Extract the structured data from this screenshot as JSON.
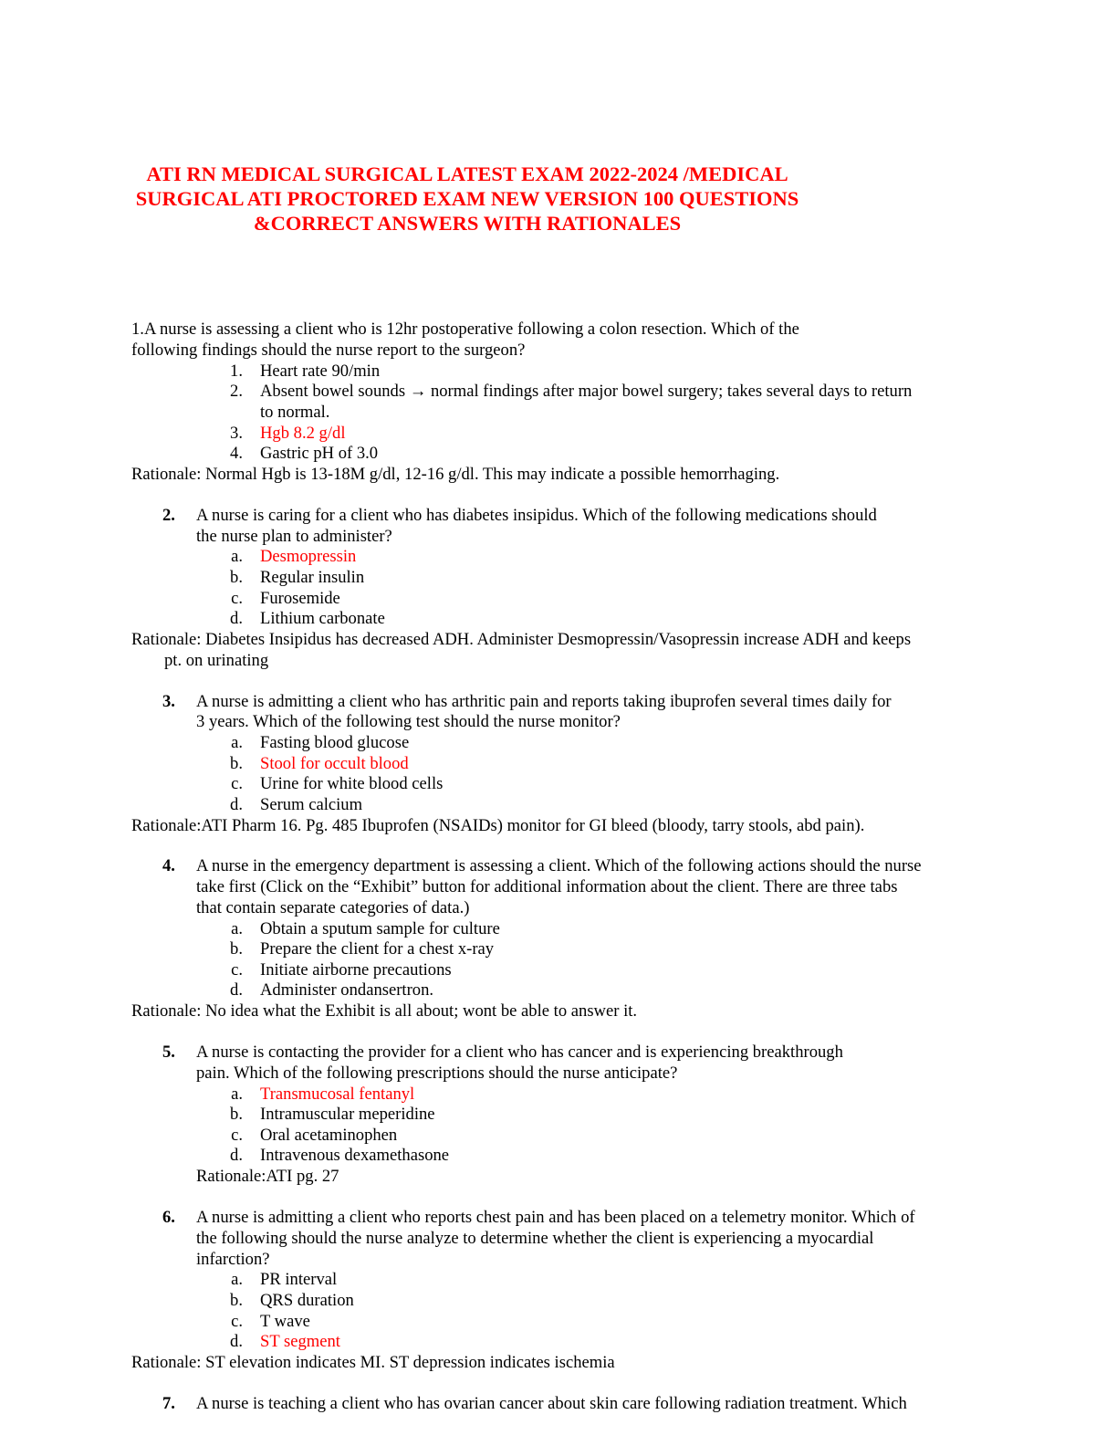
{
  "doc": {
    "title_lines": [
      "ATI RN MEDICAL SURGICAL LATEST EXAM 2022-2024 /MEDICAL",
      "SURGICAL ATI PROCTORED EXAM NEW VERSION 100 QUESTIONS",
      "&CORRECT ANSWERS WITH  RATIONALES"
    ],
    "q1": {
      "lines": [
        "1.A nurse is assessing a client who is 12hr postoperative following a colon resection. Which of the",
        "following findings should the nurse report to the surgeon?"
      ],
      "options": [
        {
          "label": "1.",
          "text": "Heart rate 90/min"
        },
        {
          "label": "2.",
          "text": "Absent bowel sounds → normal findings after major bowel surgery; takes several days to return",
          "cont": "to normal."
        },
        {
          "label": "3.",
          "text": "Hgb 8.2 g/dl"
        },
        {
          "label": "4.",
          "text": "Gastric pH of 3.0"
        }
      ],
      "rationale": "Rationale: Normal Hgb is 13-18M g/dl, 12-16 g/dl. This may indicate a possible hemorrhaging."
    },
    "q2": {
      "num": "2.",
      "lines": [
        "A nurse is caring for a client who has diabetes insipidus. Which of the following medications should",
        "the nurse plan to administer?"
      ],
      "options": [
        {
          "label": "a.",
          "text": "Desmopressin"
        },
        {
          "label": "b.",
          "text": "Regular insulin"
        },
        {
          "label": "c.",
          "text": "Furosemide"
        },
        {
          "label": "d.",
          "text": "Lithium carbonate"
        }
      ],
      "rationale": [
        "Rationale: Diabetes Insipidus has decreased ADH. Administer Desmopressin/Vasopressin increase ADH and keeps",
        "pt. on urinating"
      ]
    },
    "q3": {
      "num": "3.",
      "lines": [
        "A nurse is admitting a client who has arthritic pain and reports taking ibuprofen several times daily for",
        "3 years. Which of the following test should the nurse monitor?"
      ],
      "options": [
        {
          "label": "a.",
          "text": "Fasting blood glucose"
        },
        {
          "label": "b.",
          "text": "Stool for occult blood"
        },
        {
          "label": "c.",
          "text": "Urine for white blood cells"
        },
        {
          "label": "d.",
          "text": "Serum calcium"
        }
      ],
      "rationale": "Rationale:ATI Pharm 16. Pg. 485 Ibuprofen (NSAIDs) monitor for GI bleed (bloody, tarry stools, abd pain)."
    },
    "q4": {
      "num": "4.",
      "lines": [
        "A nurse in the emergency department is assessing a client. Which of the following actions should the nurse",
        "take first (Click on the “Exhibit” button for additional information about the client. There are three tabs",
        "that contain separate categories of data.)"
      ],
      "options": [
        {
          "label": "a.",
          "text": "Obtain a sputum sample for culture"
        },
        {
          "label": "b.",
          "text": "Prepare the client for a chest x-ray"
        },
        {
          "label": "c.",
          "text": "Initiate airborne precautions"
        },
        {
          "label": "d.",
          "text": "Administer ondansertron."
        }
      ],
      "rationale": "Rationale: No idea what the Exhibit is all about; wont be able to answer it."
    },
    "q5": {
      "num": "5.",
      "lines": [
        "A nurse is contacting the provider for a client who has cancer and is experiencing breakthrough",
        "pain. Which of the following prescriptions should the nurse anticipate?"
      ],
      "options": [
        {
          "label": "a.",
          "text": "Transmucosal fentanyl"
        },
        {
          "label": "b.",
          "text": "Intramuscular meperidine"
        },
        {
          "label": "c.",
          "text": "Oral acetaminophen"
        },
        {
          "label": "d.",
          "text": "Intravenous dexamethasone"
        }
      ],
      "rationale": "Rationale:ATI pg. 27"
    },
    "q6": {
      "num": "6.",
      "lines": [
        "A nurse is admitting a client who reports chest pain and has been placed on a telemetry monitor. Which of",
        "the following should the nurse analyze to determine whether the client is experiencing a myocardial",
        "infarction?"
      ],
      "options": [
        {
          "label": "a.",
          "text": "PR interval"
        },
        {
          "label": "b.",
          "text": "QRS duration"
        },
        {
          "label": "c.",
          "text": "T wave"
        },
        {
          "label": "d.",
          "text": "ST segment"
        }
      ],
      "rationale": "Rationale: ST elevation indicates MI. ST depression indicates ischemia"
    },
    "q7": {
      "num": "7.",
      "lines": [
        "A nurse is teaching a client who has ovarian cancer about skin care following radiation treatment. Which"
      ]
    },
    "answer_color": "#ff0000"
  }
}
